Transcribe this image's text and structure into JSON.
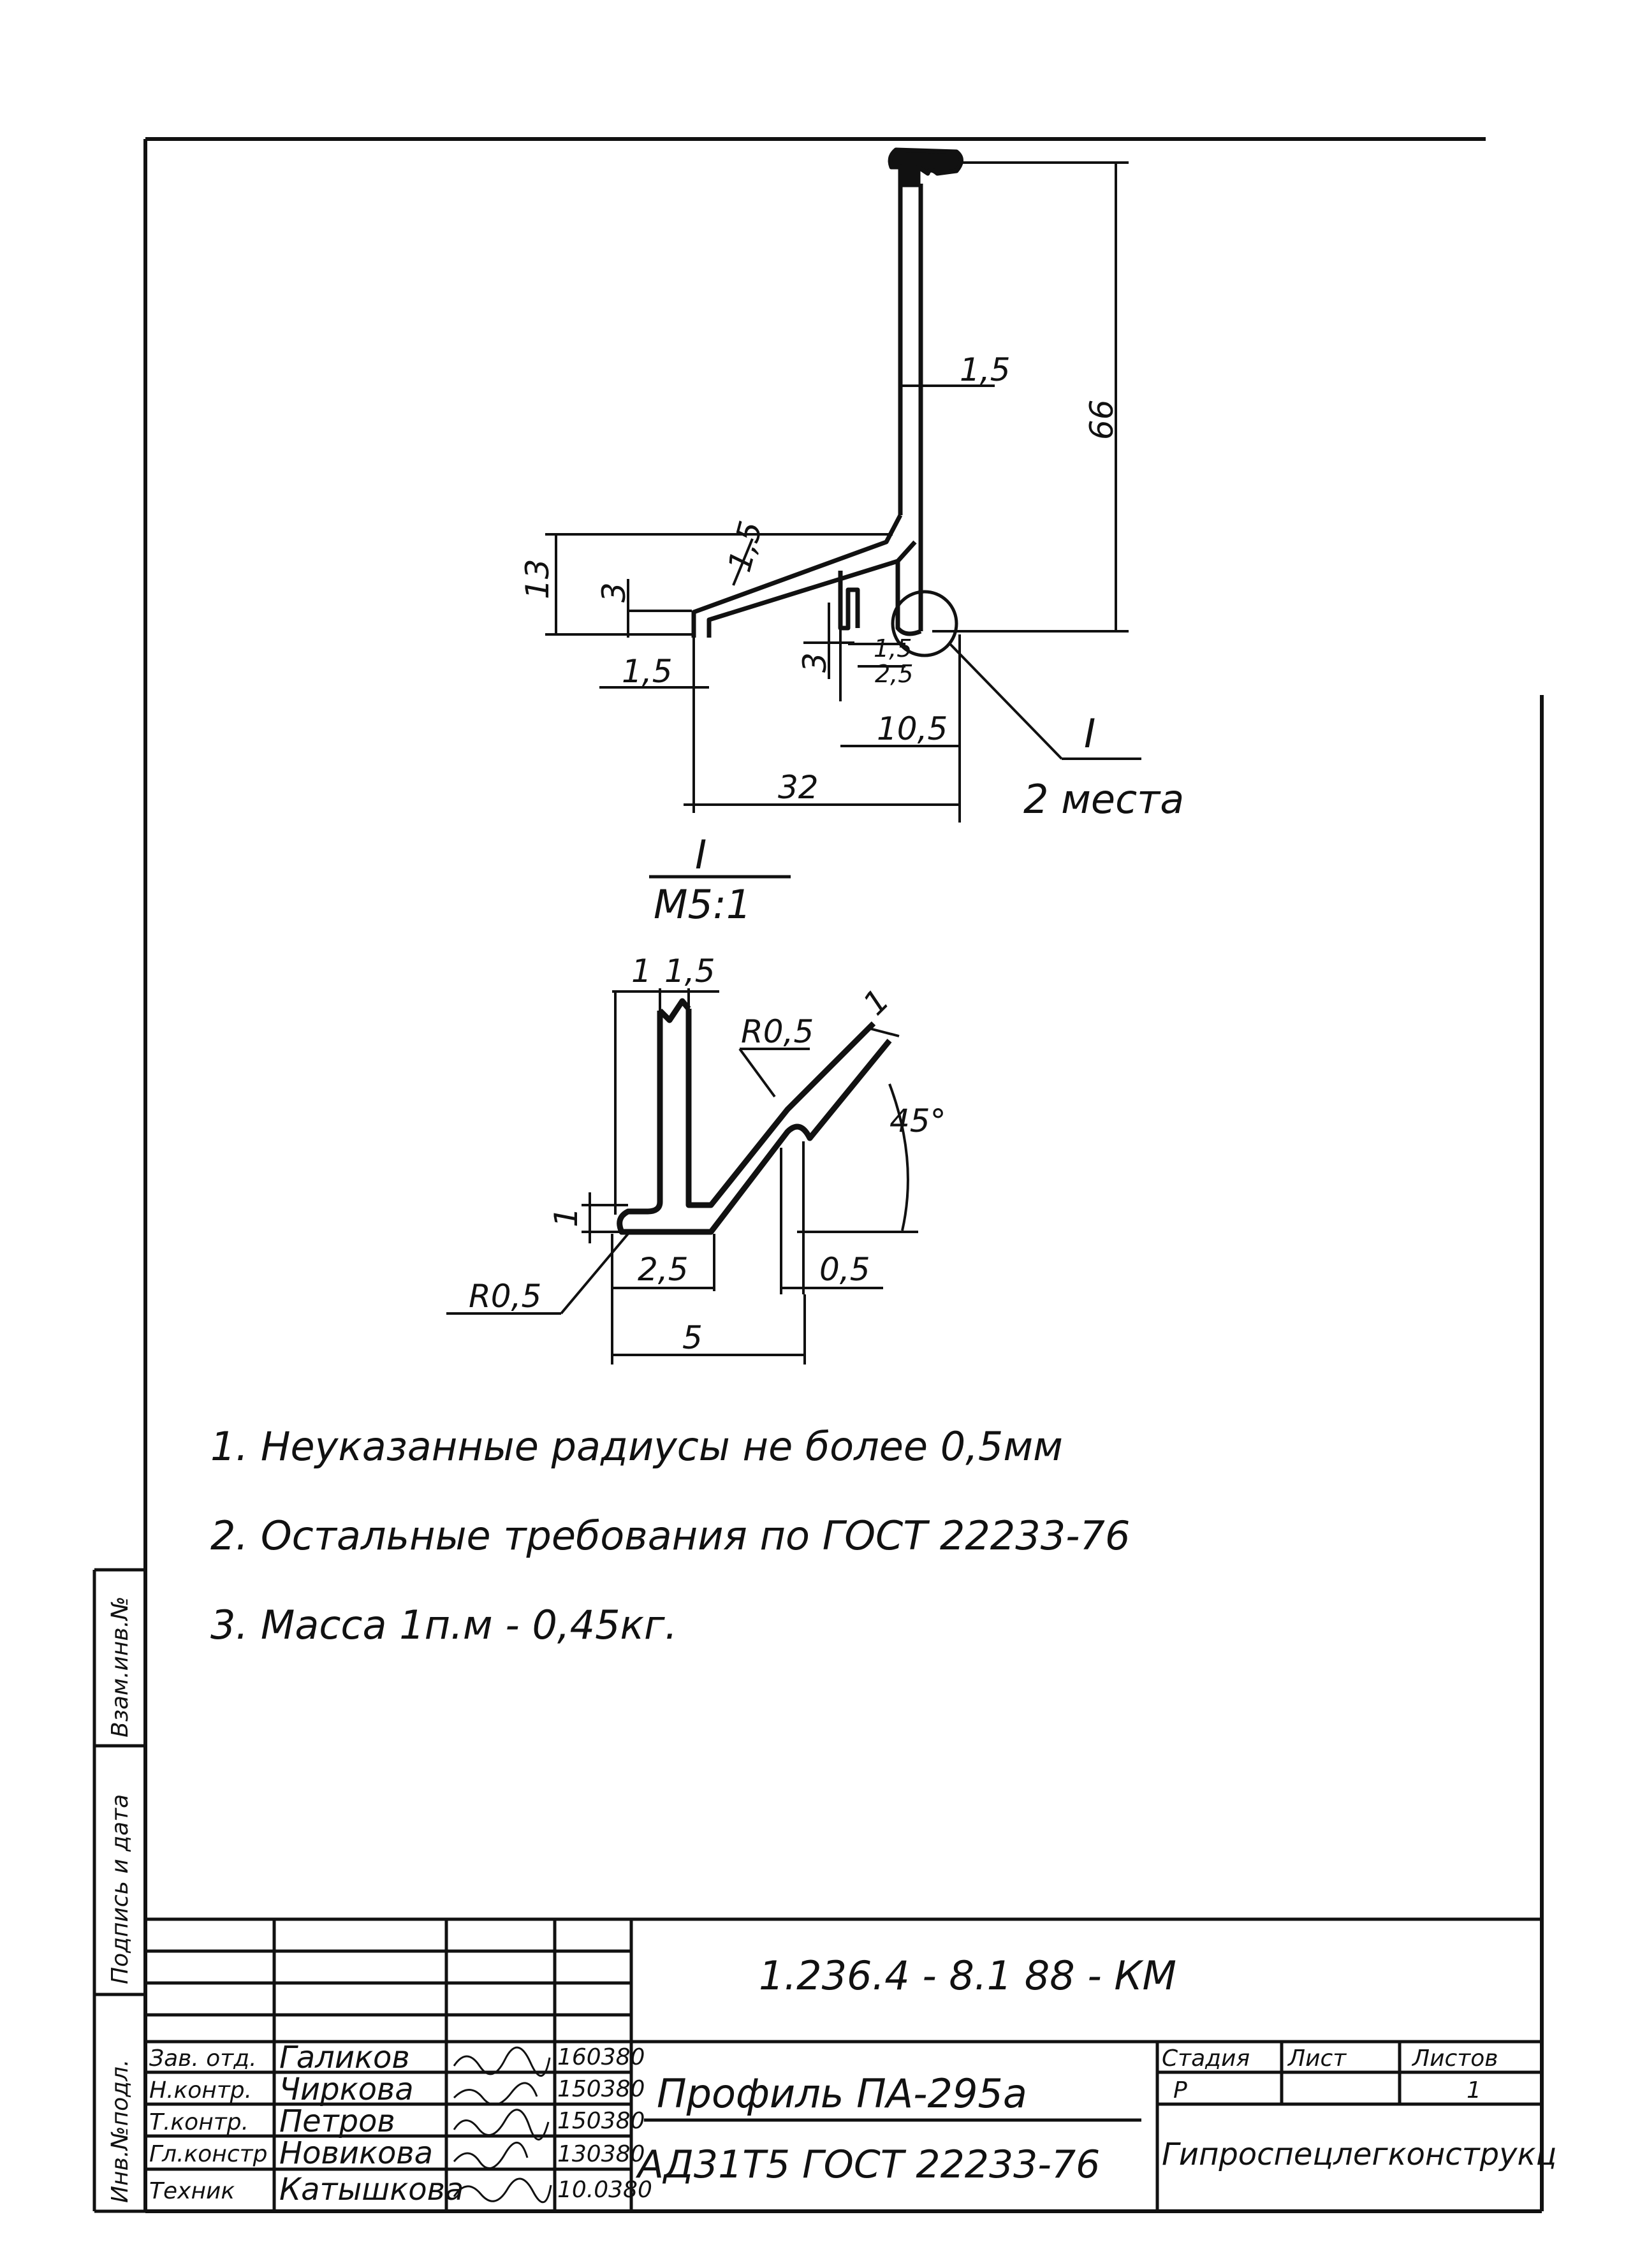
{
  "main_view": {
    "dims": {
      "height_total": "66",
      "wall_thickness": "1,5",
      "flange_height": "13",
      "lip_height": "3",
      "flange_thickness": "1,5",
      "left_wall": "1,5",
      "groove_depth": "3",
      "groove_a": "1,5",
      "groove_b": "2,5",
      "groove_offset": "10,5",
      "width_total": "32"
    },
    "callout": {
      "label": "I",
      "places": "2 места"
    }
  },
  "detail_view": {
    "header": {
      "label": "I",
      "scale": "М5:1"
    },
    "dims": {
      "top_a": "1",
      "top_b": "1,5",
      "radius_top": "R0,5",
      "arm_width": "1",
      "angle": "45°",
      "base_height": "1",
      "radius_bottom": "R0,5",
      "inner_width": "2,5",
      "gap": "0,5",
      "overall_width": "5"
    }
  },
  "notes": [
    "1. Неуказанные   радиусы не более  0,5мм",
    "2. Остальные   требования   по ГОСТ 22233-76",
    "3.  Масса   1п.м - 0,45кг."
  ],
  "side_stamp": {
    "inv_sub": "Инв.№подл.",
    "sign_date": "Подпись и дата",
    "interchange": "Взам.инв.№"
  },
  "title_block": {
    "doc_code": "1.236.4 - 8.1  88 - КМ",
    "title_line1": "Профиль  ПА-295а",
    "title_line2": "АД31Т5  ГОСТ 22233-76",
    "organization": "Гипроспецлегконструкц",
    "stage_header": "Стадия",
    "sheet_header": "Лист",
    "sheets_header": "Листов",
    "stage_value": "Р",
    "sheet_value": "",
    "sheets_value": "1",
    "rows": [
      {
        "role": "Зав. отд.",
        "name": "Галиков",
        "date": "160380"
      },
      {
        "role": "Н.контр.",
        "name": "Чиркова",
        "date": "150380"
      },
      {
        "role": "Т.контр.",
        "name": "Петров",
        "date": "150380"
      },
      {
        "role": "Гл.констр",
        "name": "Новикова",
        "date": "130380"
      },
      {
        "role": "Техник",
        "name": "Катышкова",
        "date": "10.0380"
      }
    ]
  }
}
